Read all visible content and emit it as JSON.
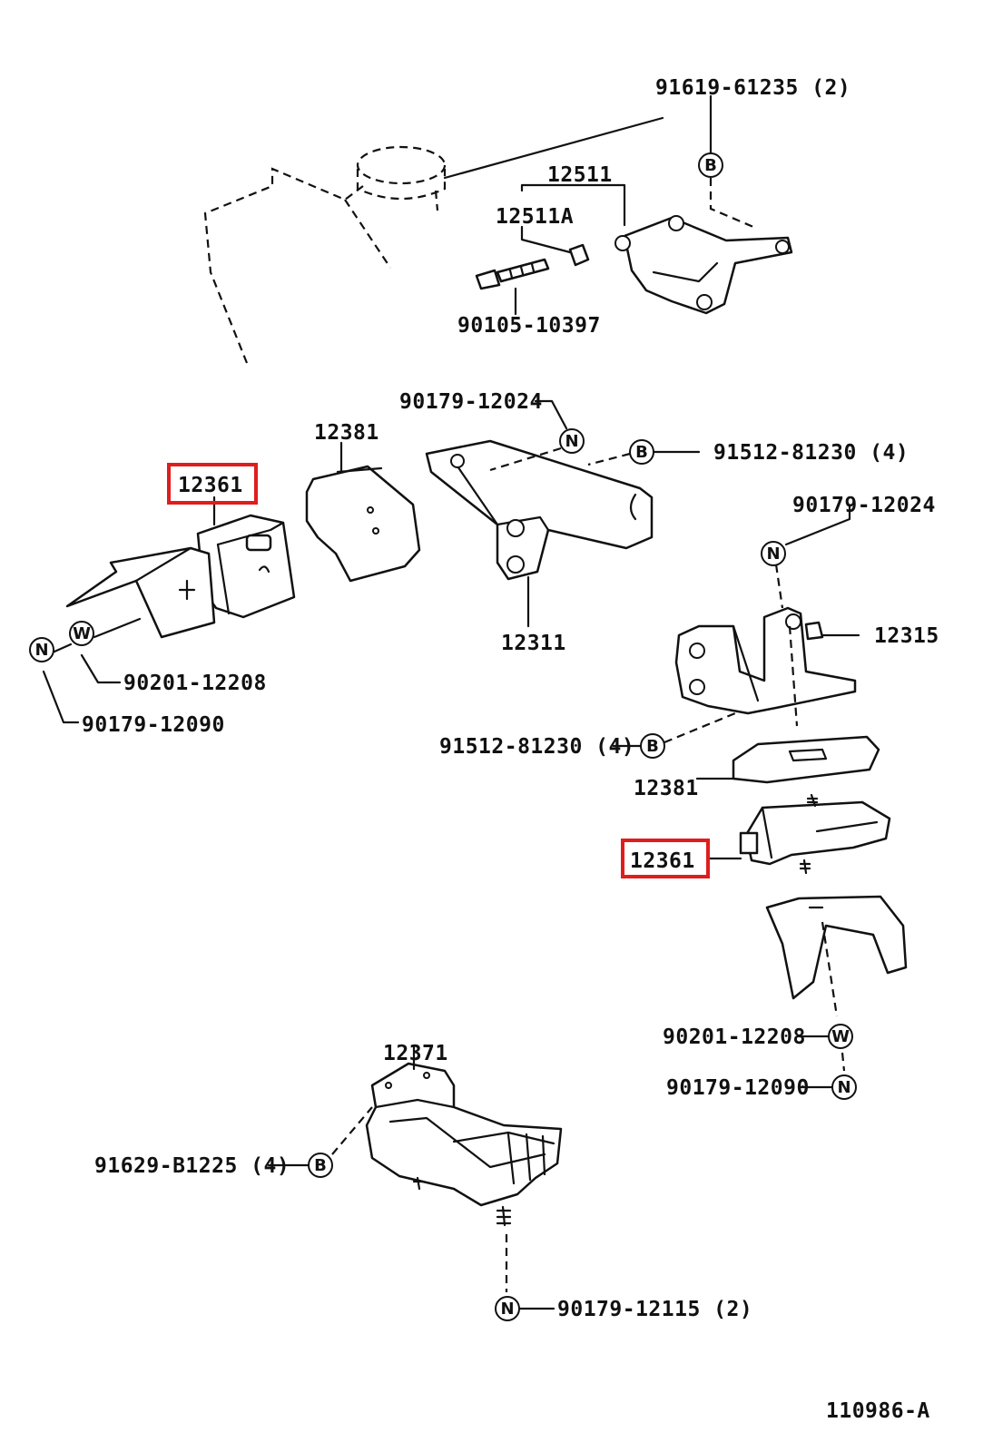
{
  "diagram_code": "110986-A",
  "highlight_color": "#e01d1d",
  "symbols": {
    "bolt": "B",
    "nut": "N",
    "washer": "W"
  },
  "labels": {
    "p91619_61235": "91619-61235 (2)",
    "p12511": "12511",
    "p12511A": "12511A",
    "p90105_10397": "90105-10397",
    "p90179_12024_top": "90179-12024",
    "p91512_81230_top": "91512-81230 (4)",
    "p12381_left": "12381",
    "p12361_left": "12361",
    "p12311": "12311",
    "p90179_12024_right": "90179-12024",
    "p12315": "12315",
    "p90201_12208_left": "90201-12208",
    "p90179_12090_left": "90179-12090",
    "p91512_81230_right": "91512-81230 (4)",
    "p12381_right": "12381",
    "p12361_right": "12361",
    "p12371": "12371",
    "p90201_12208_right": "90201-12208",
    "p90179_12090_right": "90179-12090",
    "p91629_B1225": "91629-B1225 (4)",
    "p90179_12115": "90179-12115 (2)"
  },
  "highlighted_parts": [
    "12361",
    "12361"
  ]
}
